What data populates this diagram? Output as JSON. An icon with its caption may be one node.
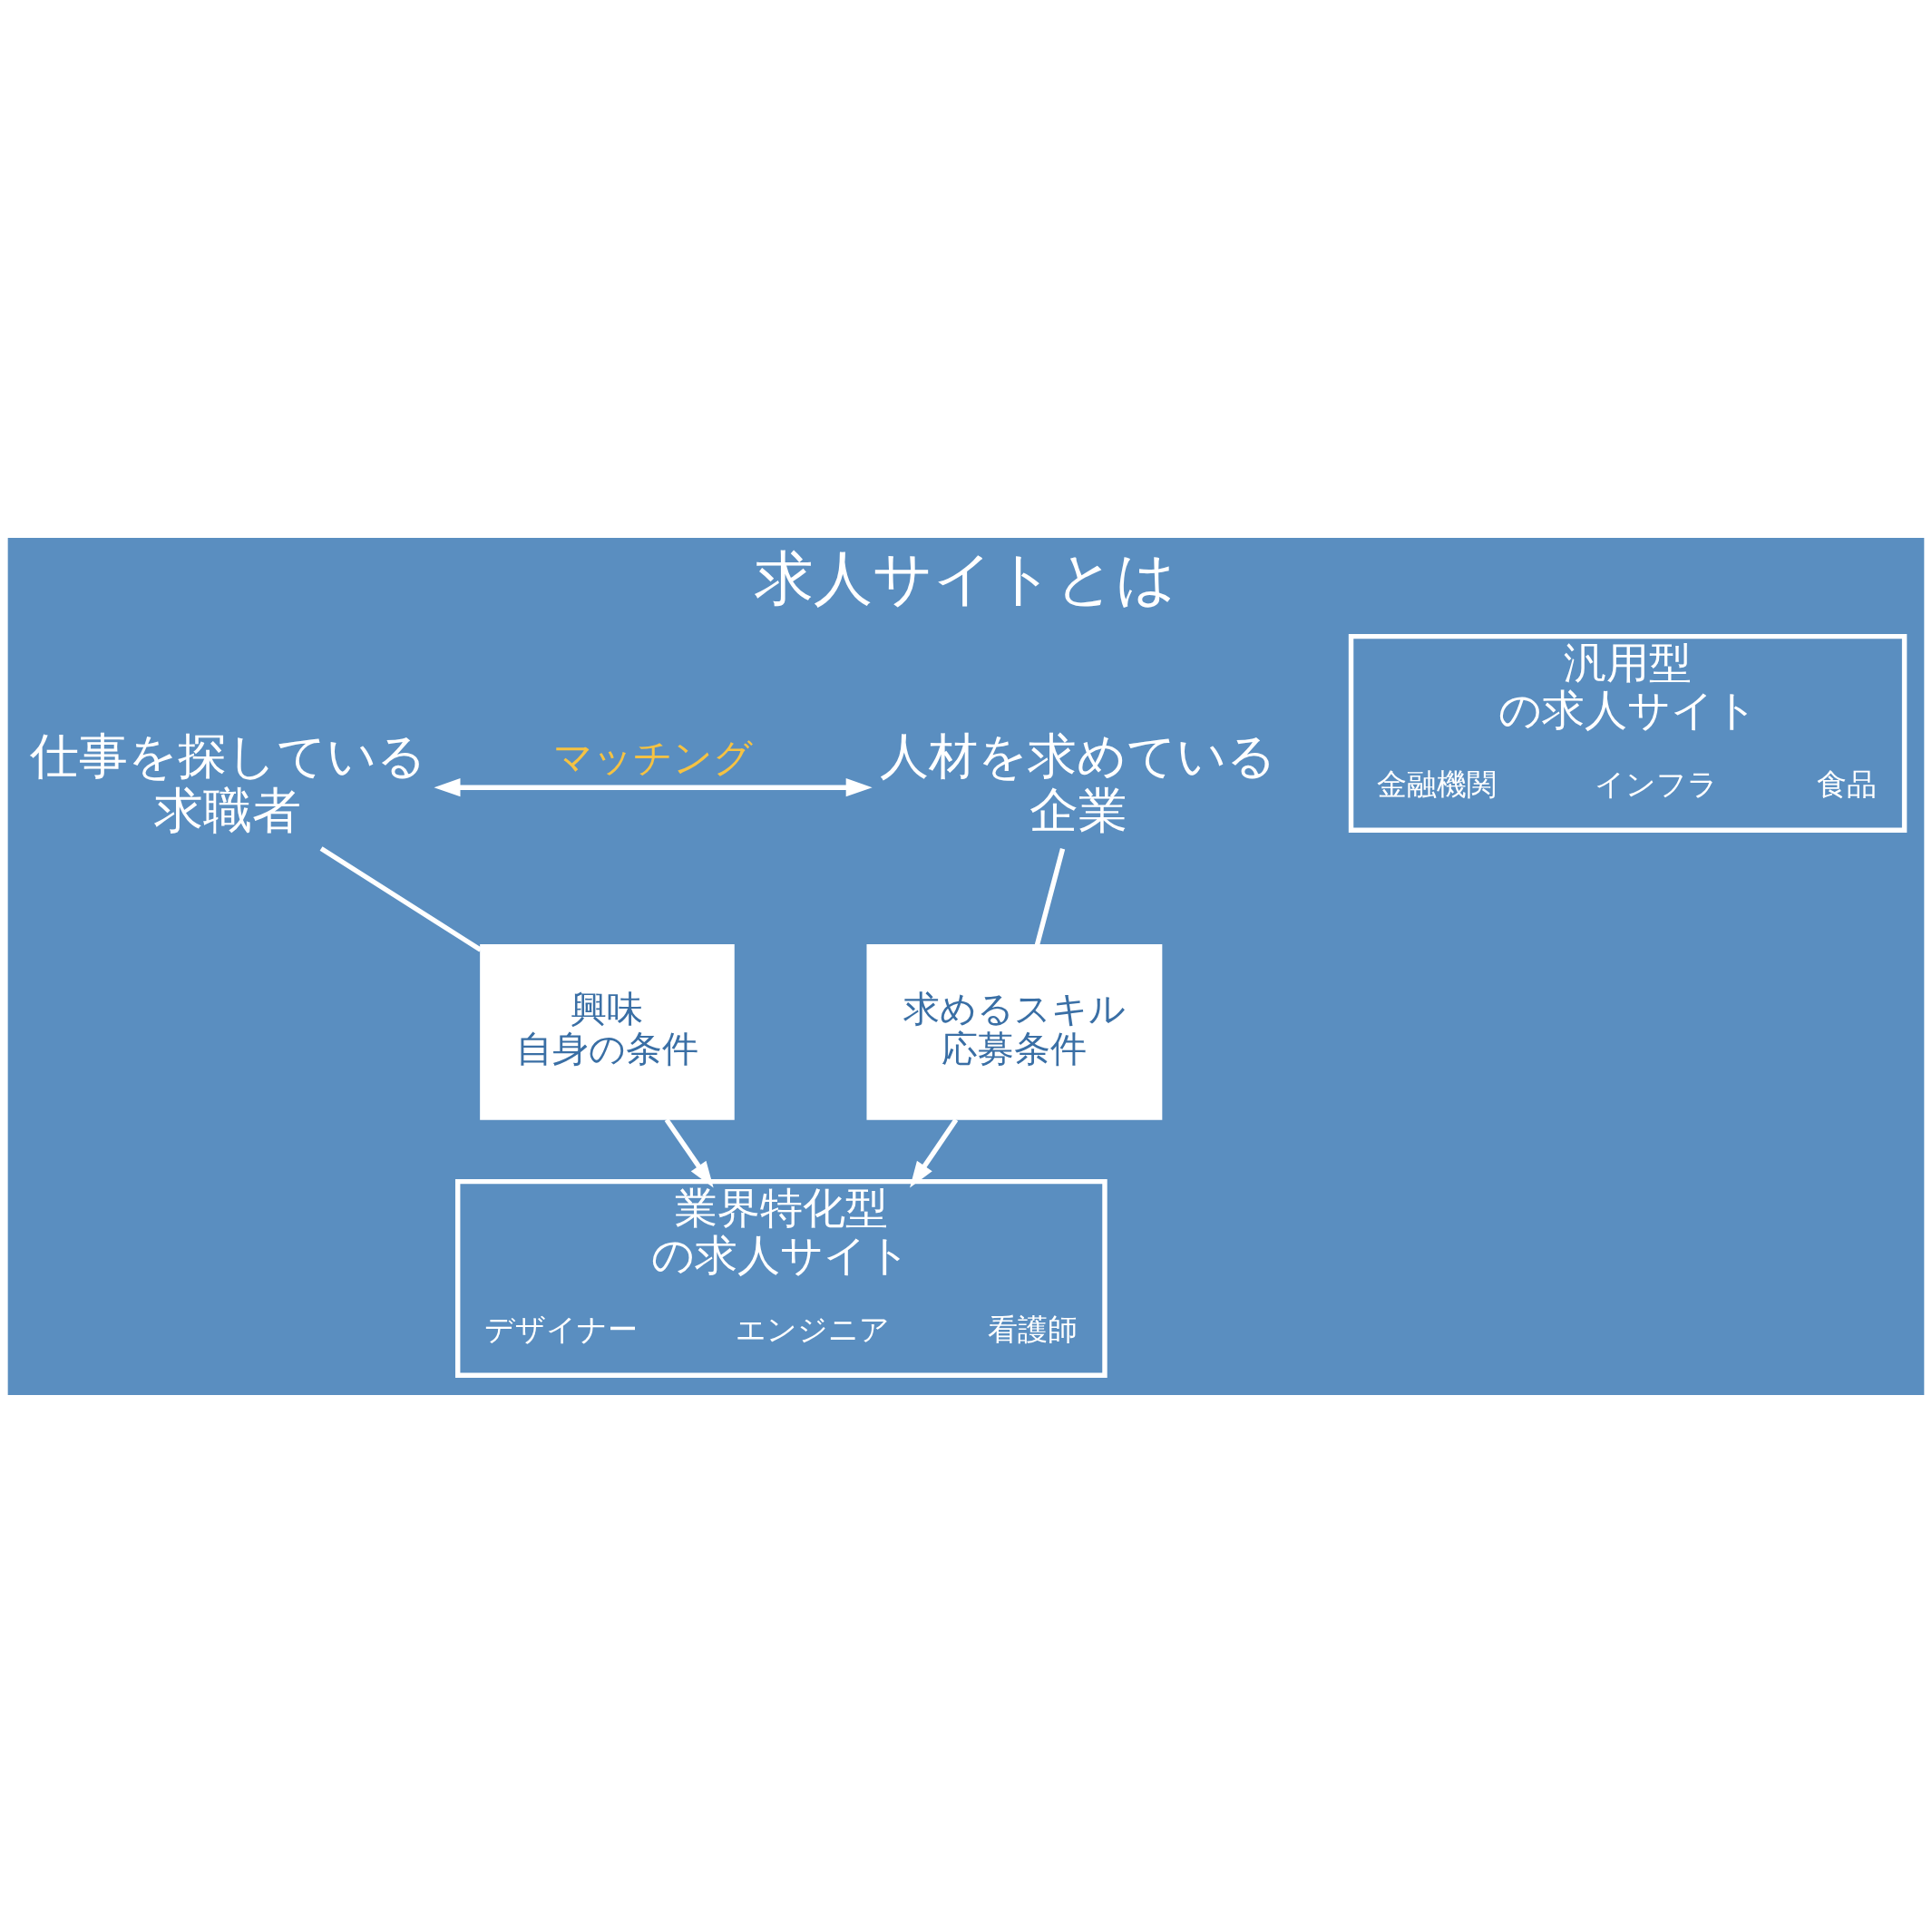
{
  "diagram": {
    "title": "求人サイトとは",
    "nodes": [
      {
        "text": [
          "仕事を探している",
          "求職者"
        ]
      },
      {
        "text": [
          "人材を求めている",
          "企業"
        ]
      },
      {
        "text": [
          "興味",
          "自身の条件"
        ]
      },
      {
        "text": [
          "求めるスキル",
          "応募条件"
        ]
      },
      {
        "text": [
          "汎用型",
          "の求人サイト"
        ]
      },
      {
        "text": [
          "食品"
        ],
        "in": 4
      },
      {
        "text": [
          "インフラ"
        ],
        "in": 4
      },
      {
        "text": [
          "金融機関"
        ],
        "in": 4
      },
      {
        "text": [
          "業界特化型",
          "の求人サイト"
        ]
      },
      {
        "text": [
          "看護師"
        ],
        "in": 8
      },
      {
        "text": [
          "エンジニア"
        ],
        "in": 8
      },
      {
        "text": [
          "デザイナー"
        ],
        "in": 8
      }
    ],
    "edges": [
      {
        "from": 0,
        "to": 1,
        "arrow": "both",
        "label": "マッチング"
      },
      {
        "from": 0,
        "to": 2,
        "arrow": "none"
      },
      {
        "from": 1,
        "to": 3,
        "arrow": "none"
      },
      {
        "from": 2,
        "to": 8,
        "arrow": "to"
      },
      {
        "from": 3,
        "to": 8,
        "arrow": "to"
      }
    ]
  }
}
